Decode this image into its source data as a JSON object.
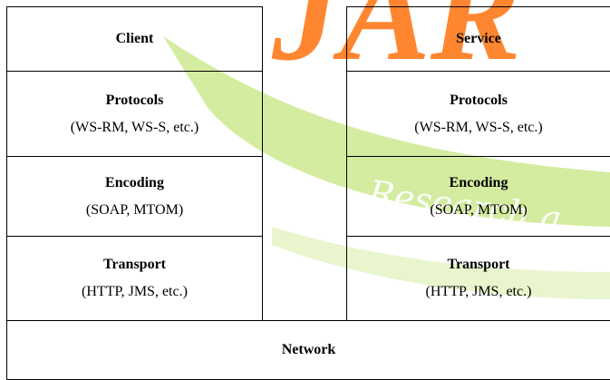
{
  "colors": {
    "watermark_orange": "#ff6a00",
    "watermark_green": "#9ed54a"
  },
  "watermark": {
    "big_letters": "JAR",
    "script_text": "Research a"
  },
  "client": {
    "title": "Client",
    "protocols": {
      "title": "Protocols",
      "detail": "(WS-RM, WS-S, etc.)"
    },
    "encoding": {
      "title": "Encoding",
      "detail": "(SOAP, MTOM)"
    },
    "transport": {
      "title": "Transport",
      "detail": "(HTTP, JMS, etc.)"
    }
  },
  "service": {
    "title": "Service",
    "protocols": {
      "title": "Protocols",
      "detail": "(WS-RM, WS-S, etc.)"
    },
    "encoding": {
      "title": "Encoding",
      "detail": "(SOAP, MTOM)"
    },
    "transport": {
      "title": "Transport",
      "detail": "(HTTP, JMS, etc.)"
    }
  },
  "network": {
    "title": "Network"
  }
}
